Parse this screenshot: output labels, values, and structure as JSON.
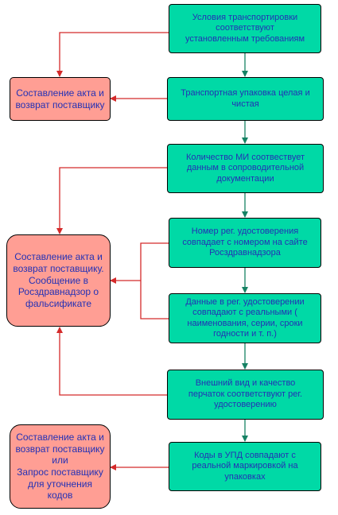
{
  "colors": {
    "step_fill": "#00d9a6",
    "reject_fill": "#ff9e94",
    "text": "#2331b5",
    "flow_arrow": "#168264",
    "reject_arrow": "#d42a2a"
  },
  "steps": [
    "Условия транспортировки\nсоответствуют\nустановленным требованиям",
    "Транспортная упаковка целая и\nчистая",
    "Количество МИ соотвествует\nданным в сопроводительной\nдокументации",
    "Номер рег. удостоверения\nсовпадает с номером на сайте\nРосздравнадзора",
    "Данные в рег. удостоверении\nсовпадают с реальными (\nнаименования, серии, сроки\nгодности и т. п.)",
    "Внешний вид и качество\nперчаток соответствуют рег.\nудостоверению",
    "Коды в УПД совпадают с\nреальной маркировкой на\nупаковках"
  ],
  "outcomes": [
    "Составление акта и\nвозврат поставщику",
    "Составление акта и\nвозврат поставщику.\nСообщение в\nРосздравнадзор о\nфальсификате",
    "Составление акта и\nвозврат поставщику\nили\nЗапрос поставщику\nдля уточнения\nкодов"
  ]
}
